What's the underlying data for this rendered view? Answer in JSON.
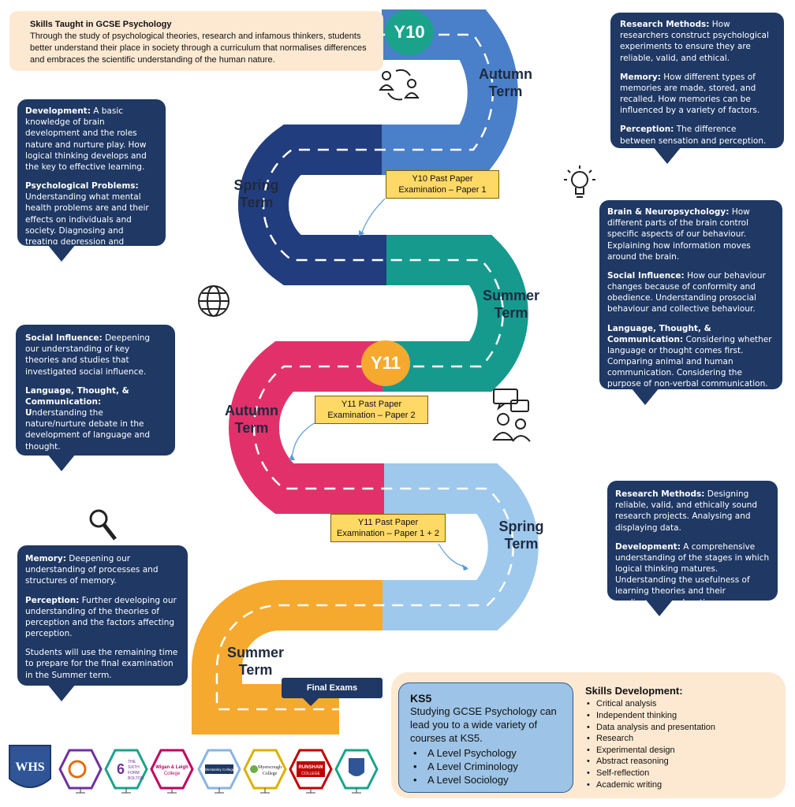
{
  "intro": {
    "title": "Skills Taught in GCSE Psychology",
    "text": "Through the study of psychological theories, research and infamous thinkers, students better understand their place in society through a curriculum that normalises differences and embraces the scientific understanding of the human nature."
  },
  "badges": {
    "y10": "Y10",
    "y11": "Y11"
  },
  "terms": {
    "y10_autumn": [
      "Autumn",
      "Term"
    ],
    "y10_spring": [
      "Spring",
      "Term"
    ],
    "y10_summer": [
      "Summer",
      "Term"
    ],
    "y11_autumn": [
      "Autumn",
      "Term"
    ],
    "y11_spring": [
      "Spring",
      "Term"
    ],
    "y11_summer": [
      "Summer",
      "Term"
    ]
  },
  "papers": {
    "y10": [
      "Y10 Past Paper",
      "Examination – Paper 1"
    ],
    "y11": [
      "Y11 Past Paper",
      "Examination – Paper 2"
    ],
    "y11b": [
      "Y11 Past Paper",
      "Examination – Paper 1 + 2"
    ]
  },
  "final_exams": "Final Exams",
  "bubbles": {
    "y10_autumn": [
      {
        "head": "Research Methods:",
        "text": " How researchers construct psychological experiments to ensure they are reliable, valid, and ethical."
      },
      {
        "head": "Memory:",
        "text": " How different types of memories are made, stored, and recalled. How memories can be influenced by a variety of factors."
      },
      {
        "head": "Perception:",
        "text": " The difference between sensation and perception. How we are influenced by the perceptual set."
      }
    ],
    "y10_spring": [
      {
        "head": "Development:",
        "text": " A basic knowledge of brain development and the roles nature and nurture play. How logical thinking develops and the key to effective learning."
      },
      {
        "head": "Psychological Problems:",
        "text": " Understanding what mental health problems are and their effects on individuals and society. Diagnosing and treating depression and addiction."
      }
    ],
    "y10_summer": [
      {
        "head": "Brain & Neuropsychology:",
        "text": " How different parts of the brain control specific aspects of our behaviour. Explaining how information moves around the brain."
      },
      {
        "head": "Social Influence:",
        "text": " How our behaviour changes because of conformity and obedience. Understanding prosocial behaviour and collective behaviour."
      },
      {
        "head": "Language, Thought, & Communication:",
        "text": " Considering whether language or thought comes first. Comparing animal and human communication. Considering the purpose of non-verbal communication."
      }
    ],
    "y11_autumn": [
      {
        "head": "Social Influence:",
        "text": " Deepening our understanding of key theories and studies that investigated social influence."
      },
      {
        "head": "Language, Thought, & Communication: U",
        "text": "nderstanding the nature/nurture debate in the development of language and thought."
      }
    ],
    "y11_spring": [
      {
        "head": "Research Methods:",
        "text": " Designing reliable, valid, and ethically sound research projects. Analysing and displaying data."
      },
      {
        "head": "Development:",
        "text": " A comprehensive understanding of the stages in which logical thinking matures. Understanding the usefulness of learning theories and their application to education."
      }
    ],
    "y11_summer": [
      {
        "head": "Memory:",
        "text": " Deepening our understanding of processes and structures of memory."
      },
      {
        "head": "Perception:",
        "text": " Further developing our understanding of the theories of perception and the factors affecting perception."
      },
      {
        "head": "",
        "text": "Students will use the remaining time to prepare for the final examination in the Summer term."
      }
    ]
  },
  "ks5": {
    "title": "KS5",
    "text": "Studying GCSE Psychology can lead you to a wide variety of courses at KS5.",
    "courses": [
      "A Level Psychology",
      "A Level Criminology",
      "A Level Sociology"
    ]
  },
  "skills": {
    "title": "Skills Development:",
    "items": [
      "Critical analysis",
      "Independent thinking",
      "Data analysis and presentation",
      "Research",
      "Experimental design",
      "Abstract reasoning",
      "Self-reflection",
      "Academic writing"
    ]
  },
  "logos": {
    "school": "WHS",
    "sixth_form": [
      "THE",
      "SIXTH",
      "FORM",
      "BOLTON"
    ],
    "wigan": [
      "Wigan & Leigh",
      "College"
    ],
    "winstanley": "Winstanley College",
    "myerscough": [
      "Myerscough",
      "College"
    ],
    "runshaw": [
      "RUNSHAW",
      "COLLEGE"
    ]
  },
  "colors": {
    "navy": "#1f3864",
    "road_y10_autumn": "#4a7fc9",
    "road_y10_spring": "#223d7d",
    "road_y10_summer": "#169a8e",
    "road_y11_autumn": "#e2316a",
    "road_y11_spring": "#9ec9ec",
    "road_y11_summer": "#f5a92f",
    "badge_y10": "#1aa38a",
    "badge_y11": "#f5a92f"
  },
  "icons": [
    "people-exchange-icon",
    "lightbulb-icon",
    "globe-icon",
    "conversation-icon",
    "magnifier-icon"
  ]
}
